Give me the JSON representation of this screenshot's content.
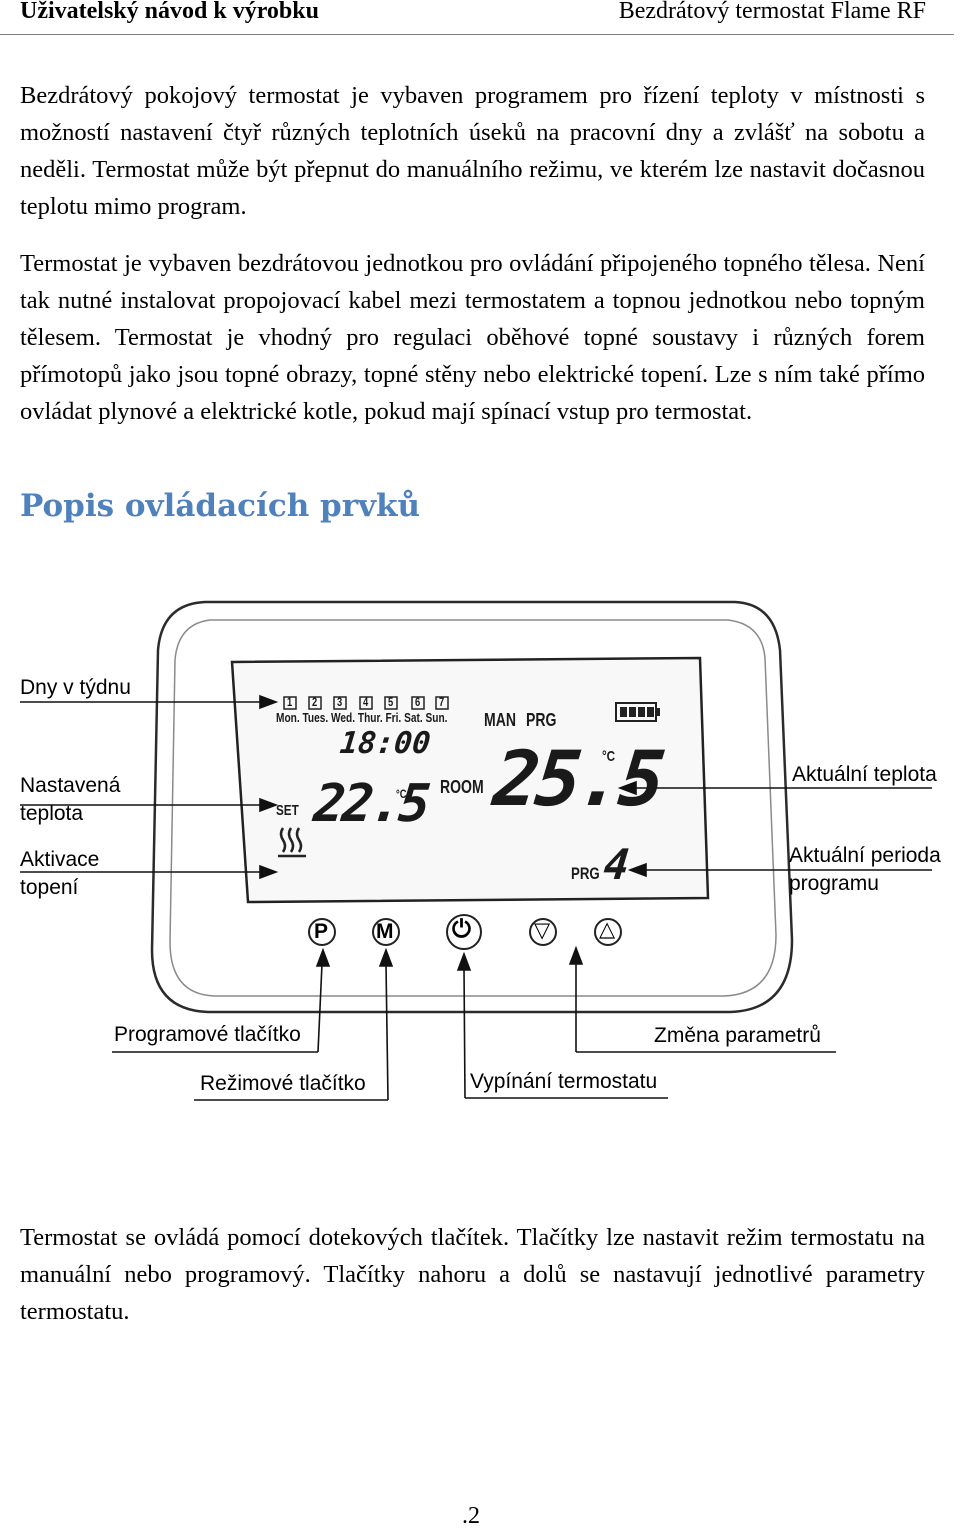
{
  "header": {
    "left": "Uživatelský návod k výrobku",
    "right": "Bezdrátový termostat Flame RF"
  },
  "intro": {
    "p1": "Bezdrátový pokojový termostat je vybaven programem pro řízení teploty v místnosti s možností nastavení čtyř různých teplotních úseků na pracovní dny a zvlášť na sobotu a neděli. Termostat může být přepnut do manuálního režimu, ve kterém lze nastavit dočasnou teplotu mimo program.",
    "p2": "Termostat je vybaven bezdrátovou jednotkou pro ovládání připojeného topného tělesa. Není tak nutné instalovat propojovací kabel mezi termostatem a topnou jednotkou nebo topným tělesem. Termostat je vhodný pro regulaci oběhové topné soustavy i různých forem přímotopů jako jsou topné obrazy, topné stěny nebo elektrické topení. Lze s ním také přímo ovládat plynové a elektrické kotle, pokud mají spínací vstup pro termostat."
  },
  "section": {
    "title": "Popis ovládacích prvků"
  },
  "diagram": {
    "labels": {
      "days": "Dny v týdnu",
      "set_temp_1": "Nastavená",
      "set_temp_2": "teplota",
      "heating_1": "Aktivace",
      "heating_2": "topení",
      "current_temp": "Aktuální teplota",
      "current_period_1": "Aktuální perioda",
      "current_period_2": "programu",
      "program_button": "Programové tlačítko",
      "mode_button": "Režimové tlačítko",
      "power_button": "Vypínání termostatu",
      "param_change": "Změna parametrů"
    },
    "lcd": {
      "day_numbers": [
        "1",
        "2",
        "3",
        "4",
        "5",
        "6",
        "7"
      ],
      "day_names": "Mon. Tues. Wed. Thur. Fri. Sat. Sun.",
      "man": "MAN",
      "prg": "PRG",
      "time": "18:00",
      "room": "ROOM",
      "set": "SET",
      "set_value": "22.5",
      "room_value": "25.5",
      "unit": "°C",
      "prg_label": "PRG",
      "prg_value": "4"
    },
    "buttons": [
      "P",
      "M",
      "⏻",
      "▽",
      "△"
    ]
  },
  "outro": {
    "p3": "Termostat se ovládá pomocí dotekových tlačítek. Tlačítky lze nastavit režim termostatu na manuální nebo programový. Tlačítky nahoru a dolů se nastavují jednotlivé parametry termostatu."
  },
  "footer": {
    "page": ".2"
  },
  "colors": {
    "heading": "#4f81bd",
    "rule": "#808080"
  }
}
